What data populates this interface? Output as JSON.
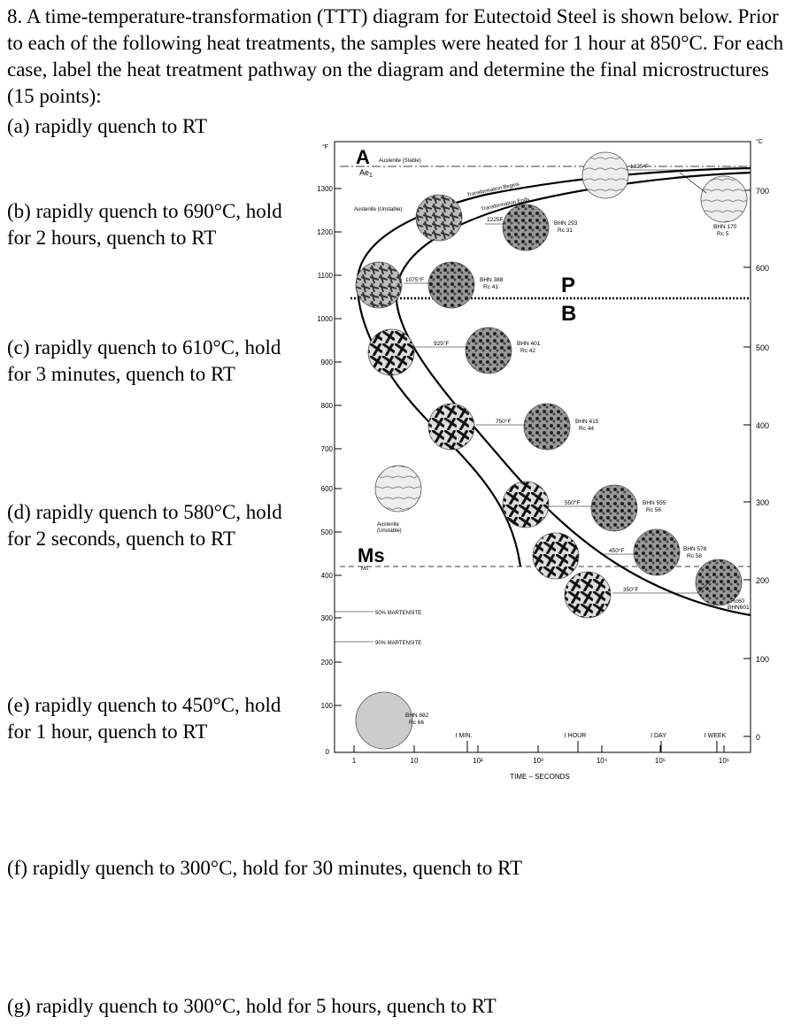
{
  "question": {
    "number": "8.",
    "text": "A time-temperature-transformation (TTT) diagram for Eutectoid Steel is shown below.  Prior to each of the following heat treatments, the samples were heated for 1 hour at 850°C.   For each case, label the heat treatment pathway on the diagram and determine the final microstructures (15 points):"
  },
  "parts": [
    {
      "id": "a",
      "text": "(a) rapidly quench to RT"
    },
    {
      "id": "b",
      "text": "(b) rapidly quench to 690°C, hold for 2 hours, quench to RT"
    },
    {
      "id": "c",
      "text": "(c) rapidly quench to 610°C, hold for 3 minutes, quench to RT"
    },
    {
      "id": "d",
      "text": "(d) rapidly quench to 580°C, hold for 2 seconds, quench to RT"
    },
    {
      "id": "e",
      "text": "(e) rapidly quench to 450°C, hold for 1 hour, quench to RT"
    },
    {
      "id": "f",
      "text": "(f) rapidly quench to 300°C, hold for 30 minutes, quench to RT"
    },
    {
      "id": "g",
      "text": "(g) rapidly quench to 300°C, hold for 5 hours, quench to RT"
    }
  ],
  "diagram": {
    "unit_left": "°F",
    "unit_right": "°C",
    "xlabel": "TIME – SECONDS",
    "left_ticks": [
      "1300",
      "1200",
      "1100",
      "1000",
      "900",
      "800",
      "700",
      "600",
      "500",
      "400",
      "300",
      "200",
      "100",
      "0"
    ],
    "right_ticks": [
      "700",
      "600",
      "500",
      "400",
      "300",
      "200",
      "100",
      "0"
    ],
    "x_ticks": [
      "1",
      "10",
      "10²",
      "10³",
      "10⁴",
      "10⁵",
      "10⁶"
    ],
    "time_marks": [
      "I MIN.",
      "I HOUR",
      "I DAY",
      "I WEEK"
    ],
    "labels": {
      "A": "A",
      "ae1": "Ae",
      "ae1_sub": "1",
      "austenite_stable": "Austenite  (Stable)",
      "austenite_unstable": "Austenite  (Unstable)",
      "trans_begins": "Transformation  Begins",
      "trans_ends": "Transformation  Ends",
      "P": "P",
      "B": "B",
      "Ms": "Ms",
      "ms_temp": "Ms",
      "austenite_photo": "Austenite",
      "austenite_photo_2": "(Unstable)",
      "martensite_50": "50%  MARTENSITE",
      "martensite_90": "90%  MARTENSITE"
    },
    "temps": [
      "1325°F",
      "1225F",
      "1075°F",
      "925°F",
      "750°F",
      "550°F",
      "450°F",
      "350°F"
    ],
    "hardness": [
      {
        "bhn": "BHN 170",
        "rc": "Rc  5"
      },
      {
        "bhn": "BHN  293",
        "rc": "Rc  31"
      },
      {
        "bhn": "BHN  388",
        "rc": "Rc  41"
      },
      {
        "bhn": "BHN  401",
        "rc": "Rc  42"
      },
      {
        "bhn": "BHN  415",
        "rc": "Rc  44"
      },
      {
        "bhn": "BHN  555",
        "rc": "Rc  56"
      },
      {
        "bhn": "BHN  578",
        "rc": "Rc  58"
      },
      {
        "bhn": "BHN601",
        "rc": "Rc60"
      },
      {
        "bhn": "BHN  682",
        "rc": "Rc  66"
      }
    ]
  }
}
